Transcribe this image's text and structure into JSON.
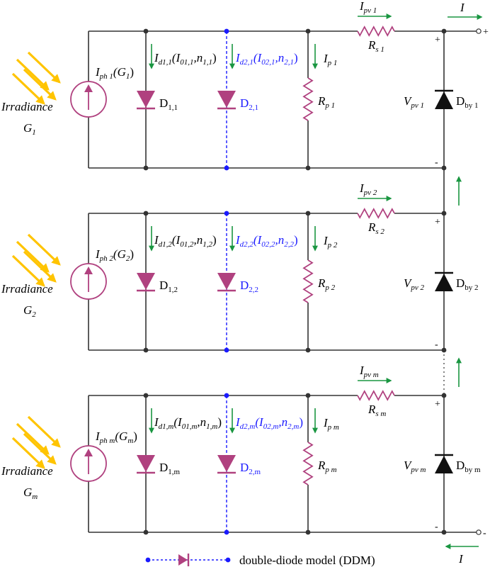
{
  "colors": {
    "wire": "#333333",
    "diode": "#b0417f",
    "ddm": "#1a1aff",
    "arrow": "#1a9641",
    "sun": "#ffc400",
    "bypass": "#111111"
  },
  "output": {
    "current": "I",
    "plus": "+",
    "minus": "-"
  },
  "irradiance_word": "Irradiance",
  "modules": [
    {
      "G": "G",
      "Gsub": "1",
      "iph": "I",
      "iph_sub": "ph 1",
      "iph_arg": "(G",
      "iph_arg_sub": "1",
      "iph_close": ")",
      "id1": "I",
      "id1_sub": "d1,1",
      "id1_mid": "(I",
      "id1_mid_sub": "01,1",
      "id1_n": ",n",
      "id1_n_sub": "1,1",
      "id1_close": ")",
      "id2": "I",
      "id2_sub": "d2,1",
      "id2_mid": "(I",
      "id2_mid_sub": "02,1",
      "id2_n": ",n",
      "id2_n_sub": "2,1",
      "id2_close": ")",
      "d1": "D",
      "d1_sub": "1,1",
      "d2": "D",
      "d2_sub": "2,1",
      "ip": "I",
      "ip_sub": "p 1",
      "rp": "R",
      "rp_sub": "p 1",
      "ipv": "I",
      "ipv_sub": "pv 1",
      "rs": "R",
      "rs_sub": "s 1",
      "vpv": "V",
      "vpv_sub": "pv 1",
      "dby": "D",
      "dby_sub": "by 1",
      "plus": "+",
      "minus": "-"
    },
    {
      "G": "G",
      "Gsub": "2",
      "iph": "I",
      "iph_sub": "ph 2",
      "iph_arg": "(G",
      "iph_arg_sub": "2",
      "iph_close": ")",
      "id1": "I",
      "id1_sub": "d1,2",
      "id1_mid": "(I",
      "id1_mid_sub": "01,2",
      "id1_n": ",n",
      "id1_n_sub": "1,2",
      "id1_close": ")",
      "id2": "I",
      "id2_sub": "d2,2",
      "id2_mid": "(I",
      "id2_mid_sub": "02,2",
      "id2_n": ",n",
      "id2_n_sub": "2,2",
      "id2_close": ")",
      "d1": "D",
      "d1_sub": "1,2",
      "d2": "D",
      "d2_sub": "2,2",
      "ip": "I",
      "ip_sub": "p 2",
      "rp": "R",
      "rp_sub": "p 2",
      "ipv": "I",
      "ipv_sub": "pv 2",
      "rs": "R",
      "rs_sub": "s 2",
      "vpv": "V",
      "vpv_sub": "pv 2",
      "dby": "D",
      "dby_sub": "by 2",
      "plus": "+",
      "minus": "-"
    },
    {
      "G": "G",
      "Gsub": "m",
      "iph": "I",
      "iph_sub": "ph m",
      "iph_arg": "(G",
      "iph_arg_sub": "m",
      "iph_close": ")",
      "id1": "I",
      "id1_sub": "d1,m",
      "id1_mid": "(I",
      "id1_mid_sub": "01,m",
      "id1_n": ",n",
      "id1_n_sub": "1,m",
      "id1_close": ")",
      "id2": "I",
      "id2_sub": "d2,m",
      "id2_mid": "(I",
      "id2_mid_sub": "02,m",
      "id2_n": ",n",
      "id2_n_sub": "2,m",
      "id2_close": ")",
      "d1": "D",
      "d1_sub": "1,m",
      "d2": "D",
      "d2_sub": "2,m",
      "ip": "I",
      "ip_sub": "p m",
      "rp": "R",
      "rp_sub": "p m",
      "ipv": "I",
      "ipv_sub": "pv m",
      "rs": "R",
      "rs_sub": "s m",
      "vpv": "V",
      "vpv_sub": "pv m",
      "dby": "D",
      "dby_sub": "by m",
      "plus": "+",
      "minus": "-"
    }
  ],
  "legend": {
    "text": "double-diode model (DDM)"
  }
}
